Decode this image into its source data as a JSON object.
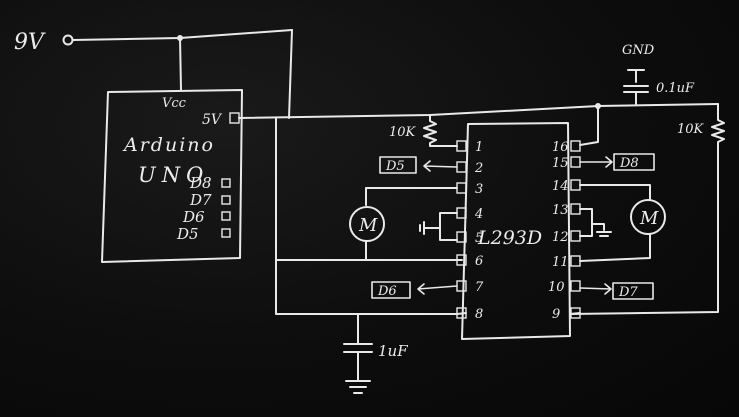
{
  "supply": {
    "label": "9V"
  },
  "arduino": {
    "name_line1": "Arduino",
    "name_line2": "UNO",
    "vcc": "Vcc",
    "pin_5v": "5V",
    "pins": [
      "D8",
      "D7",
      "D6",
      "D5"
    ]
  },
  "chip": {
    "name": "L293D",
    "left_pins": [
      "1",
      "2",
      "3",
      "4",
      "5",
      "6",
      "7",
      "8"
    ],
    "right_pins": [
      "16",
      "15",
      "14",
      "13",
      "12",
      "11",
      "10",
      "9"
    ]
  },
  "resistors": {
    "left": "10K",
    "right": "10K"
  },
  "capacitors": {
    "top": "0.1uF",
    "top_gnd": "GND",
    "bottom": "1uF"
  },
  "signal_boxes": {
    "pin2": "D5",
    "pin7": "D6",
    "pin15": "D8",
    "pin10": "D7"
  },
  "motors": {
    "left": "M",
    "right": "M"
  }
}
